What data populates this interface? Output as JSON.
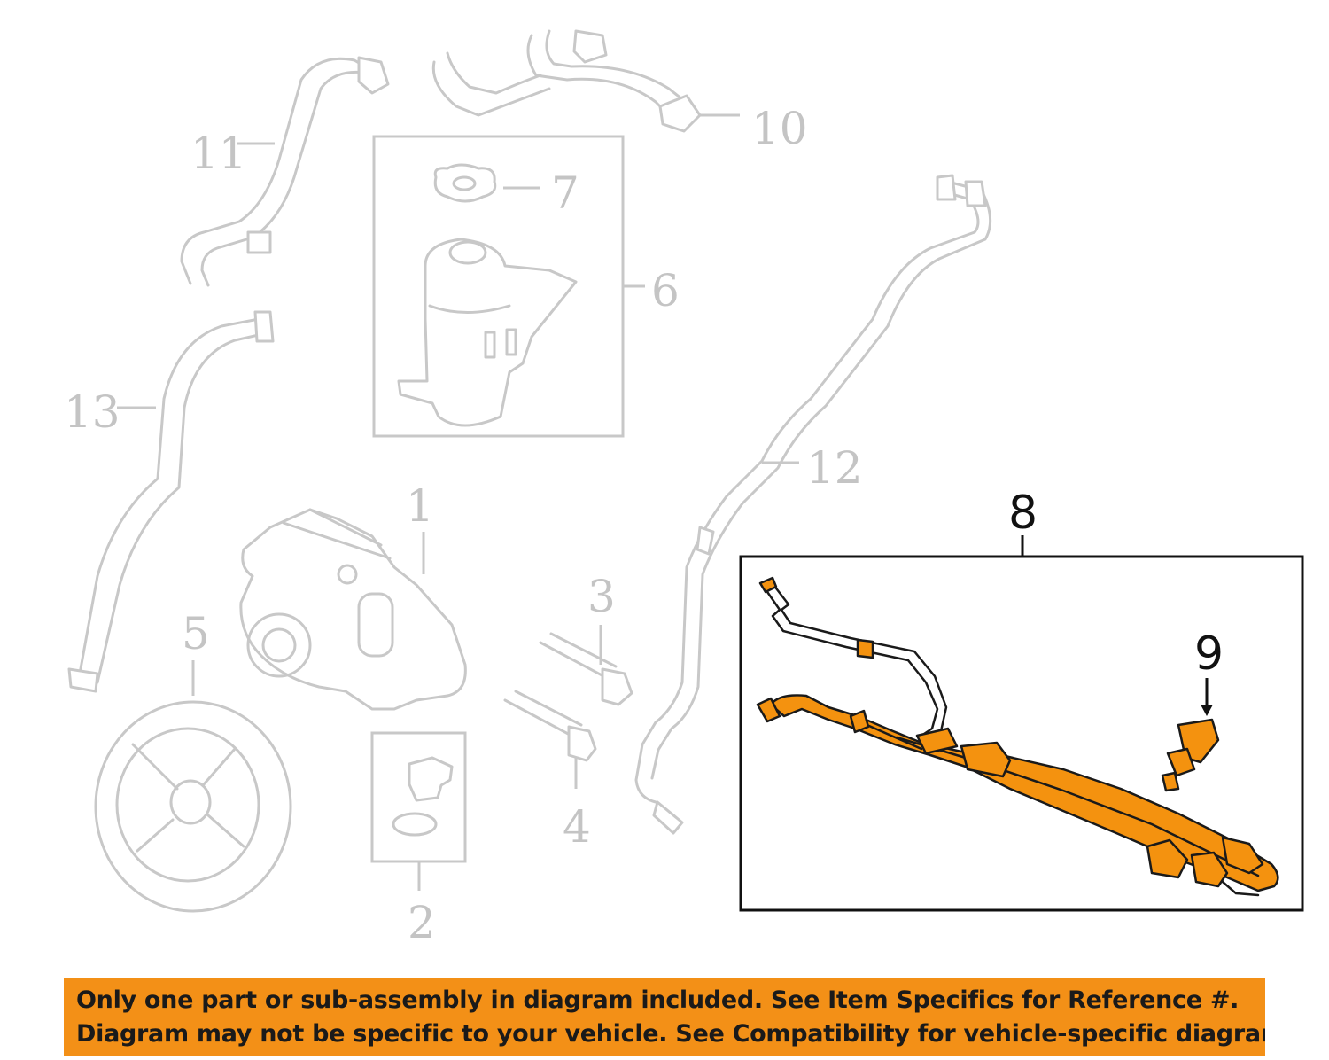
{
  "callouts": {
    "c1": "1",
    "c2": "2",
    "c3": "3",
    "c4": "4",
    "c5": "5",
    "c6": "6",
    "c7": "7",
    "c8": "8",
    "c9": "9",
    "c10": "10",
    "c11": "11",
    "c12": "12",
    "c13": "13"
  },
  "highlight_color": "#f4920f",
  "notice": {
    "line1": "Only one part or sub-assembly in diagram included. See Item Specifics for Reference #.",
    "line2": "Diagram may not be specific to your vehicle. See Compatibility for vehicle-specific diagrams."
  }
}
